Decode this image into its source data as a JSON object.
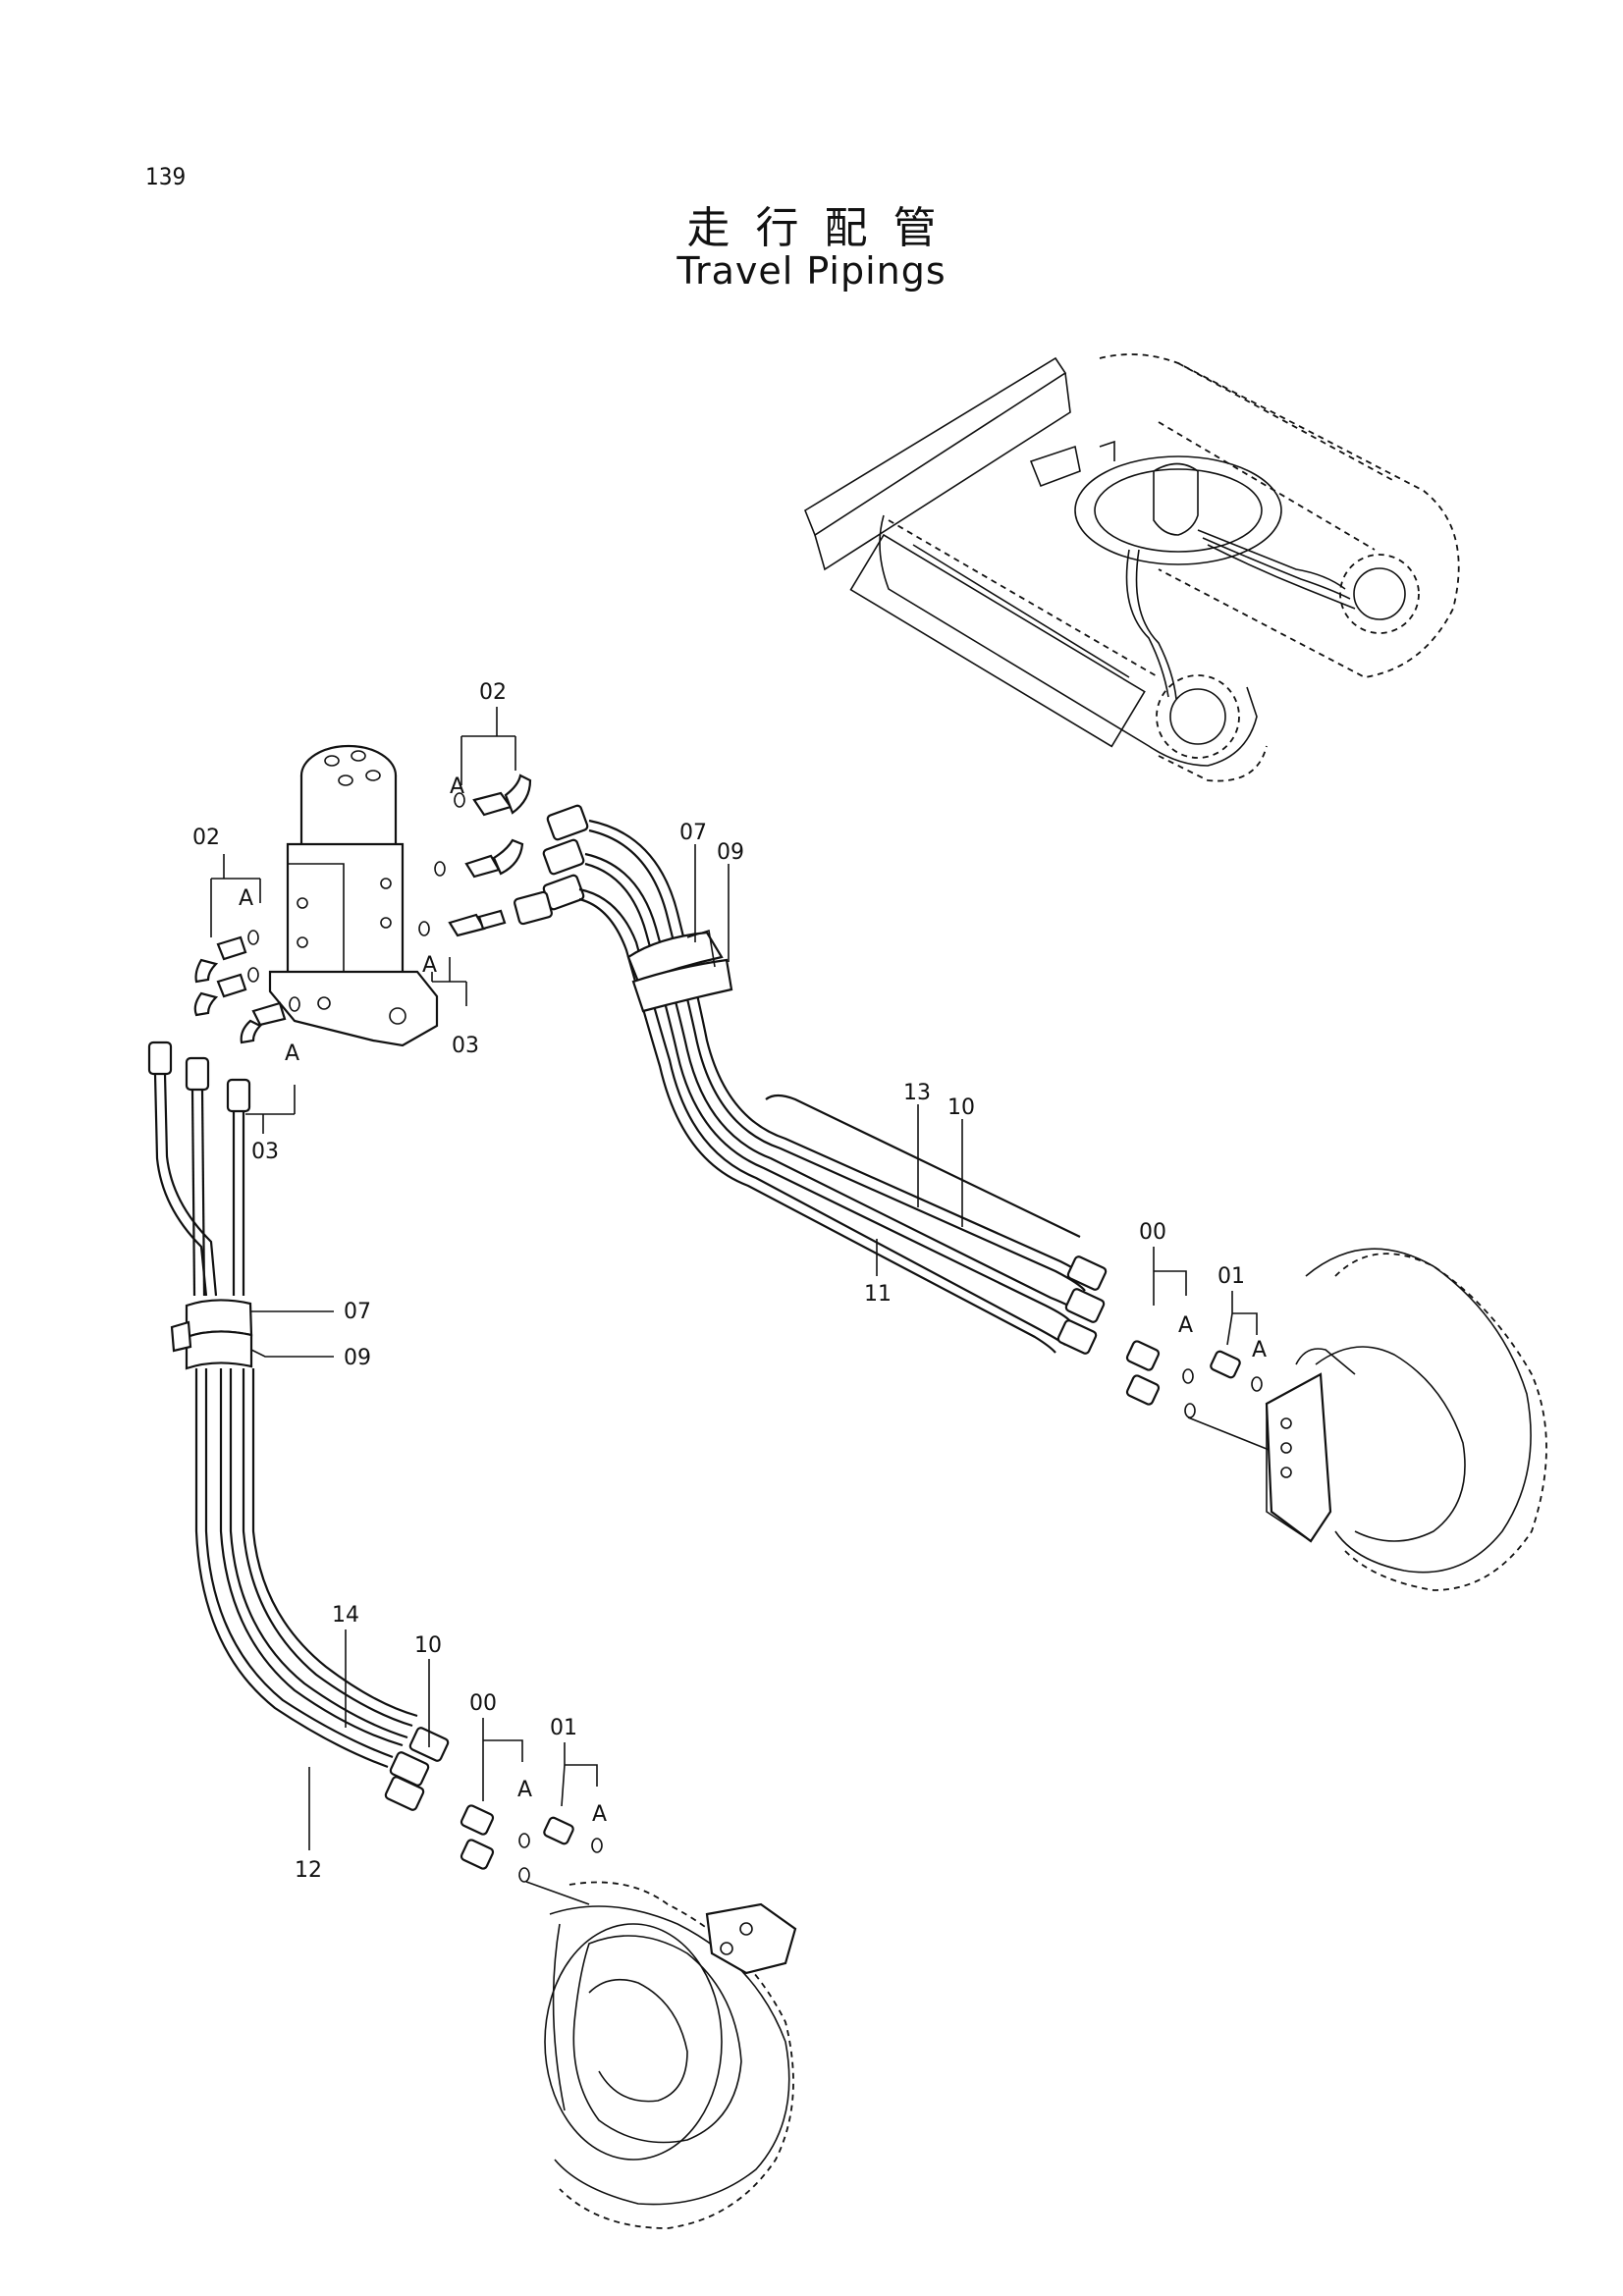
{
  "page_number": "139",
  "title_jp": "走行配管",
  "title_en": "Travel Pipings",
  "callouts": {
    "c02_top": "02",
    "c02_left": "02",
    "c03_mid": "03",
    "c03_left": "03",
    "c07_top": "07",
    "c09_top": "09",
    "c07_left": "07",
    "c09_left": "09",
    "c13": "13",
    "c10_right": "10",
    "c11": "11",
    "c00_right": "00",
    "c01_right": "01",
    "c14": "14",
    "c10_bottom": "10",
    "c12": "12",
    "c00_bottom": "00",
    "c01_bottom": "01"
  },
  "oring_label": "A"
}
